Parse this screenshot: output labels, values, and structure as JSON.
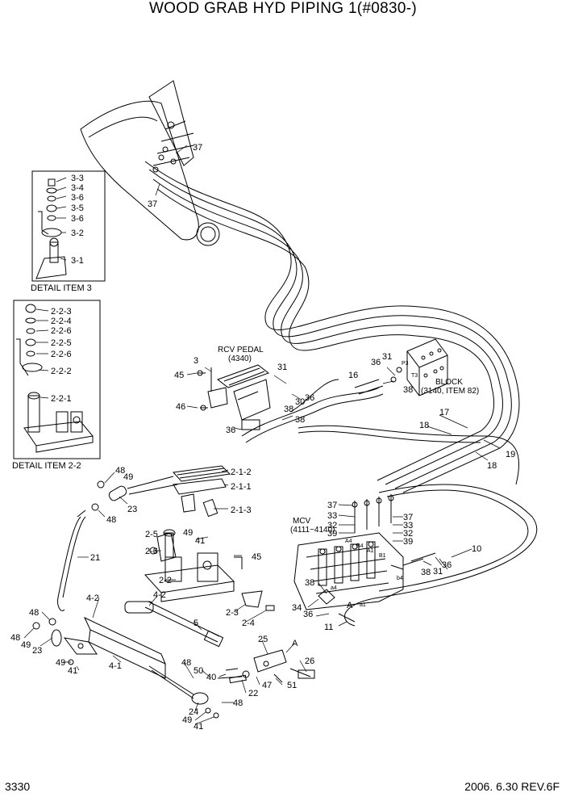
{
  "title": "WOOD GRAB HYD PIPING 1(#0830-)",
  "footer": {
    "page_number": "3330",
    "revision": "2006. 6.30  REV.6F"
  },
  "detail_item_3": {
    "caption": "DETAIL ITEM 3",
    "labels": [
      "3-3",
      "3-4",
      "3-6",
      "3-5",
      "3-6",
      "3-2",
      "3-1"
    ]
  },
  "detail_item_2_2": {
    "caption": "DETAIL ITEM 2-2",
    "labels": [
      "2-2-3",
      "2-2-4",
      "2-2-6",
      "2-2-5",
      "2-2-6",
      "2-2-2",
      "2-2-1"
    ]
  },
  "rcv_pedal": {
    "line1": "RCV PEDAL",
    "line2": "(4340)"
  },
  "block": {
    "line1": "BLOCK",
    "line2": "(3140, ITEM 82)",
    "port_p3": "P3",
    "port_t3": "T3"
  },
  "mcv": {
    "line1": "MCV",
    "line2": "(4111~4140)",
    "ports": [
      "A4",
      "B4",
      "A1",
      "B1",
      "b4",
      "a4",
      "a1"
    ]
  },
  "callouts": [
    "37",
    "37",
    "3",
    "45",
    "46",
    "31",
    "36",
    "31",
    "16",
    "38",
    "30",
    "36",
    "38",
    "36",
    "38",
    "17",
    "18",
    "19",
    "18",
    "2-1-2",
    "2-1-1",
    "2-1-3",
    "48",
    "49",
    "23",
    "48",
    "21",
    "2-5",
    "49",
    "2-6",
    "41",
    "45",
    "2-2",
    "4-2",
    "4-2",
    "5",
    "2-3",
    "2-4",
    "48",
    "48",
    "49",
    "23",
    "49",
    "41",
    "4-1",
    "48",
    "50",
    "40",
    "22",
    "47",
    "48",
    "25",
    "A",
    "26",
    "51",
    "24",
    "49",
    "41",
    "37",
    "33",
    "32",
    "39",
    "37",
    "33",
    "32",
    "39",
    "38",
    "36",
    "31",
    "10",
    "38",
    "34",
    "36",
    "A",
    "11"
  ]
}
